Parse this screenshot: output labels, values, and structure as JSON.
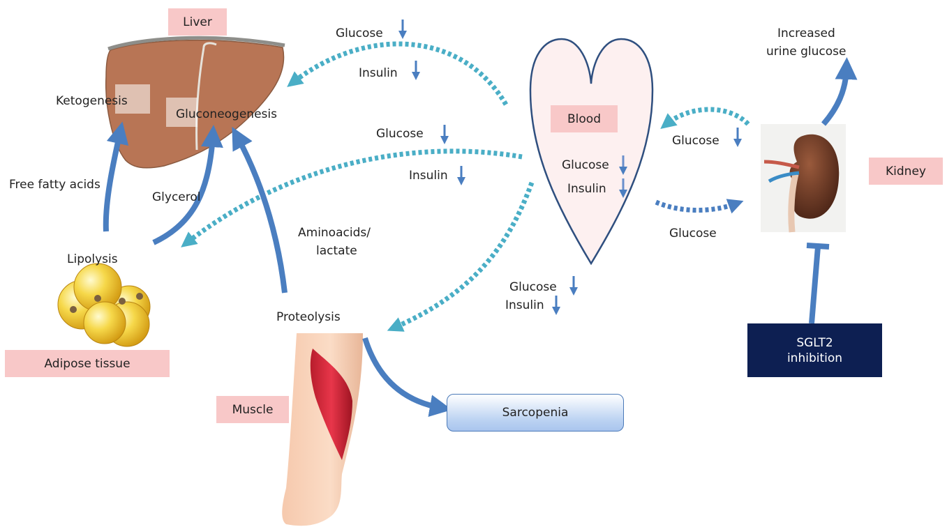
{
  "organs": {
    "liver": "Liver",
    "kidney": "Kidney",
    "adipose": "Adipose tissue",
    "muscle": "Muscle",
    "blood": "Blood"
  },
  "processes": {
    "ketogenesis": "Ketogenesis",
    "gluconeogenesis": "Gluconeogenesis",
    "lipolysis": "Lipolysis",
    "proteolysis": "Proteolysis"
  },
  "substrates": {
    "free_fatty_acids": "Free fatty acids",
    "glycerol": "Glycerol",
    "aminoacids_line1": "Aminoacids/",
    "aminoacids_line2": "lactate"
  },
  "signals": {
    "glucose": "Glucose",
    "insulin": "Insulin"
  },
  "urine": {
    "line1": "Increased",
    "line2": "urine glucose"
  },
  "outcome": "Sarcopenia",
  "sglt2": {
    "line1": "SGLT2",
    "line2": "inhibition"
  },
  "colors": {
    "solid_arrow": "#4a7ec0",
    "dotted_arrow": "#4aaec6",
    "label_box": "#f8c8c8",
    "sglt2_box": "#0d1f52",
    "heart_fill": "#fdf0f0",
    "heart_stroke": "#2f4f7f"
  }
}
